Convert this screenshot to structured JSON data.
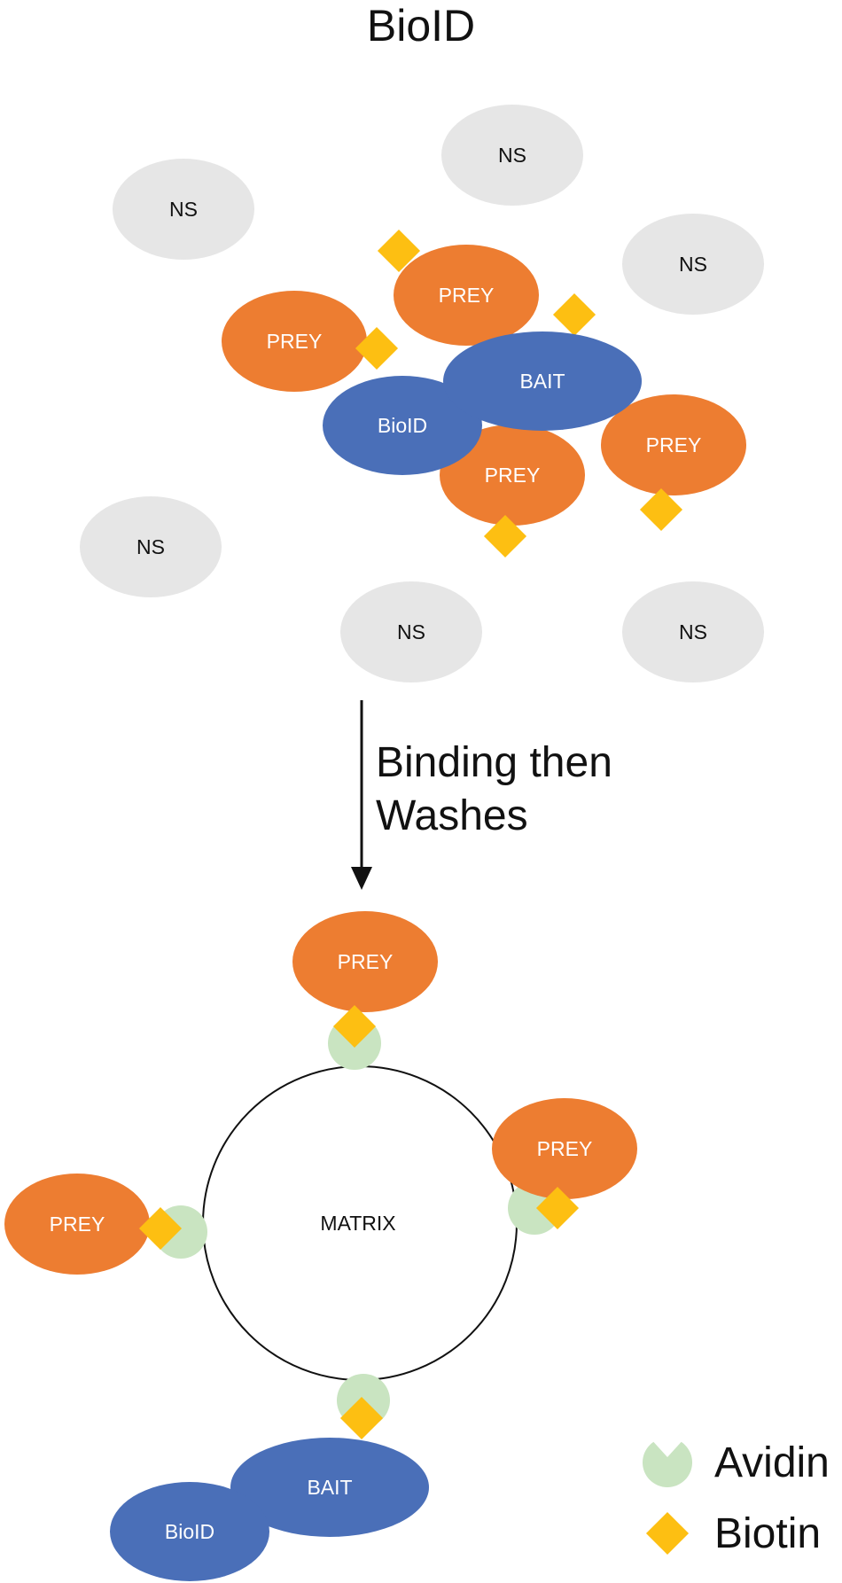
{
  "title": "BioID",
  "colors": {
    "ns": "#e6e6e6",
    "prey": "#ed7d31",
    "bait": "#4a6fb8",
    "biotin": "#fdbf12",
    "avidin": "#c9e4c1",
    "matrix_stroke": "#111111"
  },
  "top": {
    "ns_label": "NS",
    "prey_label": "PREY",
    "bait_label": "BAIT",
    "bioid_label": "BioID"
  },
  "step": {
    "line1": "Binding then",
    "line2": "Washes"
  },
  "bottom": {
    "matrix_label": "MATRIX",
    "prey_label": "PREY",
    "bait_label": "BAIT",
    "bioid_label": "BioID"
  },
  "legend": {
    "avidin": "Avidin",
    "biotin": "Biotin"
  }
}
